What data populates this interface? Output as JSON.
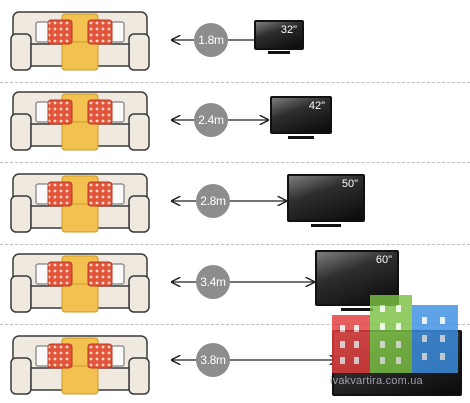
{
  "rows": [
    {
      "distance": "1.8m",
      "tv_size": "32\""
    },
    {
      "distance": "2.4m",
      "tv_size": "42\""
    },
    {
      "distance": "2.8m",
      "tv_size": "50\""
    },
    {
      "distance": "3.4m",
      "tv_size": "60\""
    },
    {
      "distance": "3.8m",
      "tv_size": ""
    }
  ],
  "watermark": {
    "text": "ivakvartira.com.ua"
  },
  "colors": {
    "sofa": "#efe9df",
    "sofa_outline": "#3a3a3a",
    "cushion_yellow": "#f2c14f",
    "cushion_red": "#e2553a",
    "circle": "#8d8d8d",
    "watermark_red": "#e23b3b",
    "watermark_green": "#7cc243",
    "watermark_blue": "#3b8ee2"
  }
}
